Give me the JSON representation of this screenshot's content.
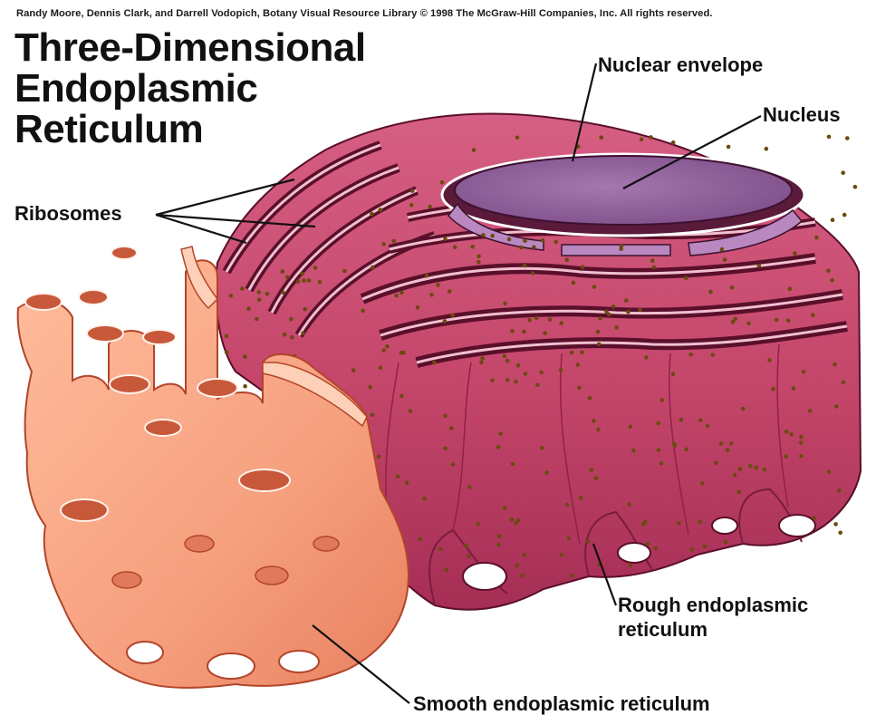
{
  "credit": "Randy Moore, Dennis Clark, and Darrell Vodopich, Botany Visual Resource Library © 1998 The McGraw-Hill Companies, Inc. All rights reserved.",
  "title": {
    "line1": "Three-Dimensional",
    "line2": "Endoplasmic",
    "line3": "Reticulum"
  },
  "labels": {
    "nuclear_envelope": "Nuclear envelope",
    "nucleus": "Nucleus",
    "ribosomes": "Ribosomes",
    "rough_er_line1": "Rough endoplasmic",
    "rough_er_line2": "reticulum",
    "smooth_er": "Smooth endoplasmic reticulum"
  },
  "colors": {
    "rough_er": "#c4466a",
    "rough_er_dark": "#8e2346",
    "rough_er_light": "#e07a98",
    "smooth_er": "#f6a07f",
    "smooth_er_dark": "#d9684a",
    "smooth_er_light": "#ffd0b8",
    "nucleus": "#8c5a96",
    "ribosome": "#6b4a10"
  }
}
